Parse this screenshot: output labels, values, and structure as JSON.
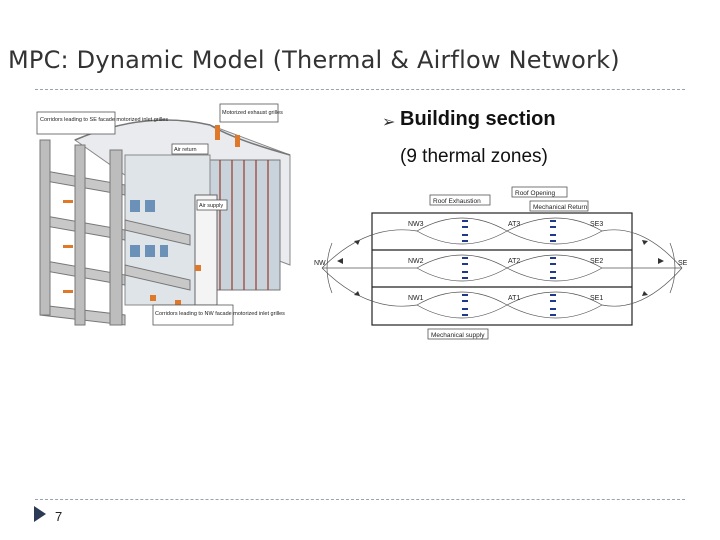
{
  "slide": {
    "title": "MPC: Dynamic Model (Thermal & Airflow Network)",
    "page_number": "7"
  },
  "bullet": {
    "title": "Building section",
    "subtitle": "(9 thermal zones)"
  },
  "figure_left": {
    "callouts": {
      "motorized": "Motorized exhaust grilles",
      "corridors_se": "Corridors leading to SE facade motorized inlet grilles",
      "air_return": "Air return",
      "air_supply": "Air supply",
      "corridors_nw": "Corridors leading to NW facade motorized inlet grilles"
    }
  },
  "figure_right": {
    "labels": {
      "roof_exhaustion": "Roof Exhaustion",
      "roof_opening": "Roof Opening",
      "mechanical_return": "Mechanical Return",
      "mechanical_supply": "Mechanical supply",
      "nw3": "NW3",
      "nw2": "NW2",
      "nw1": "NW1",
      "at3": "AT3",
      "at2": "AT2",
      "at1": "AT1",
      "se3": "SE3",
      "se2": "SE2",
      "se1": "SE1",
      "nw_ext": "NW",
      "se_ext": "SE"
    }
  },
  "colors": {
    "rule": "#9aa3ad",
    "accent_blue": "#1f3a8a",
    "orange": "#e0782a"
  }
}
